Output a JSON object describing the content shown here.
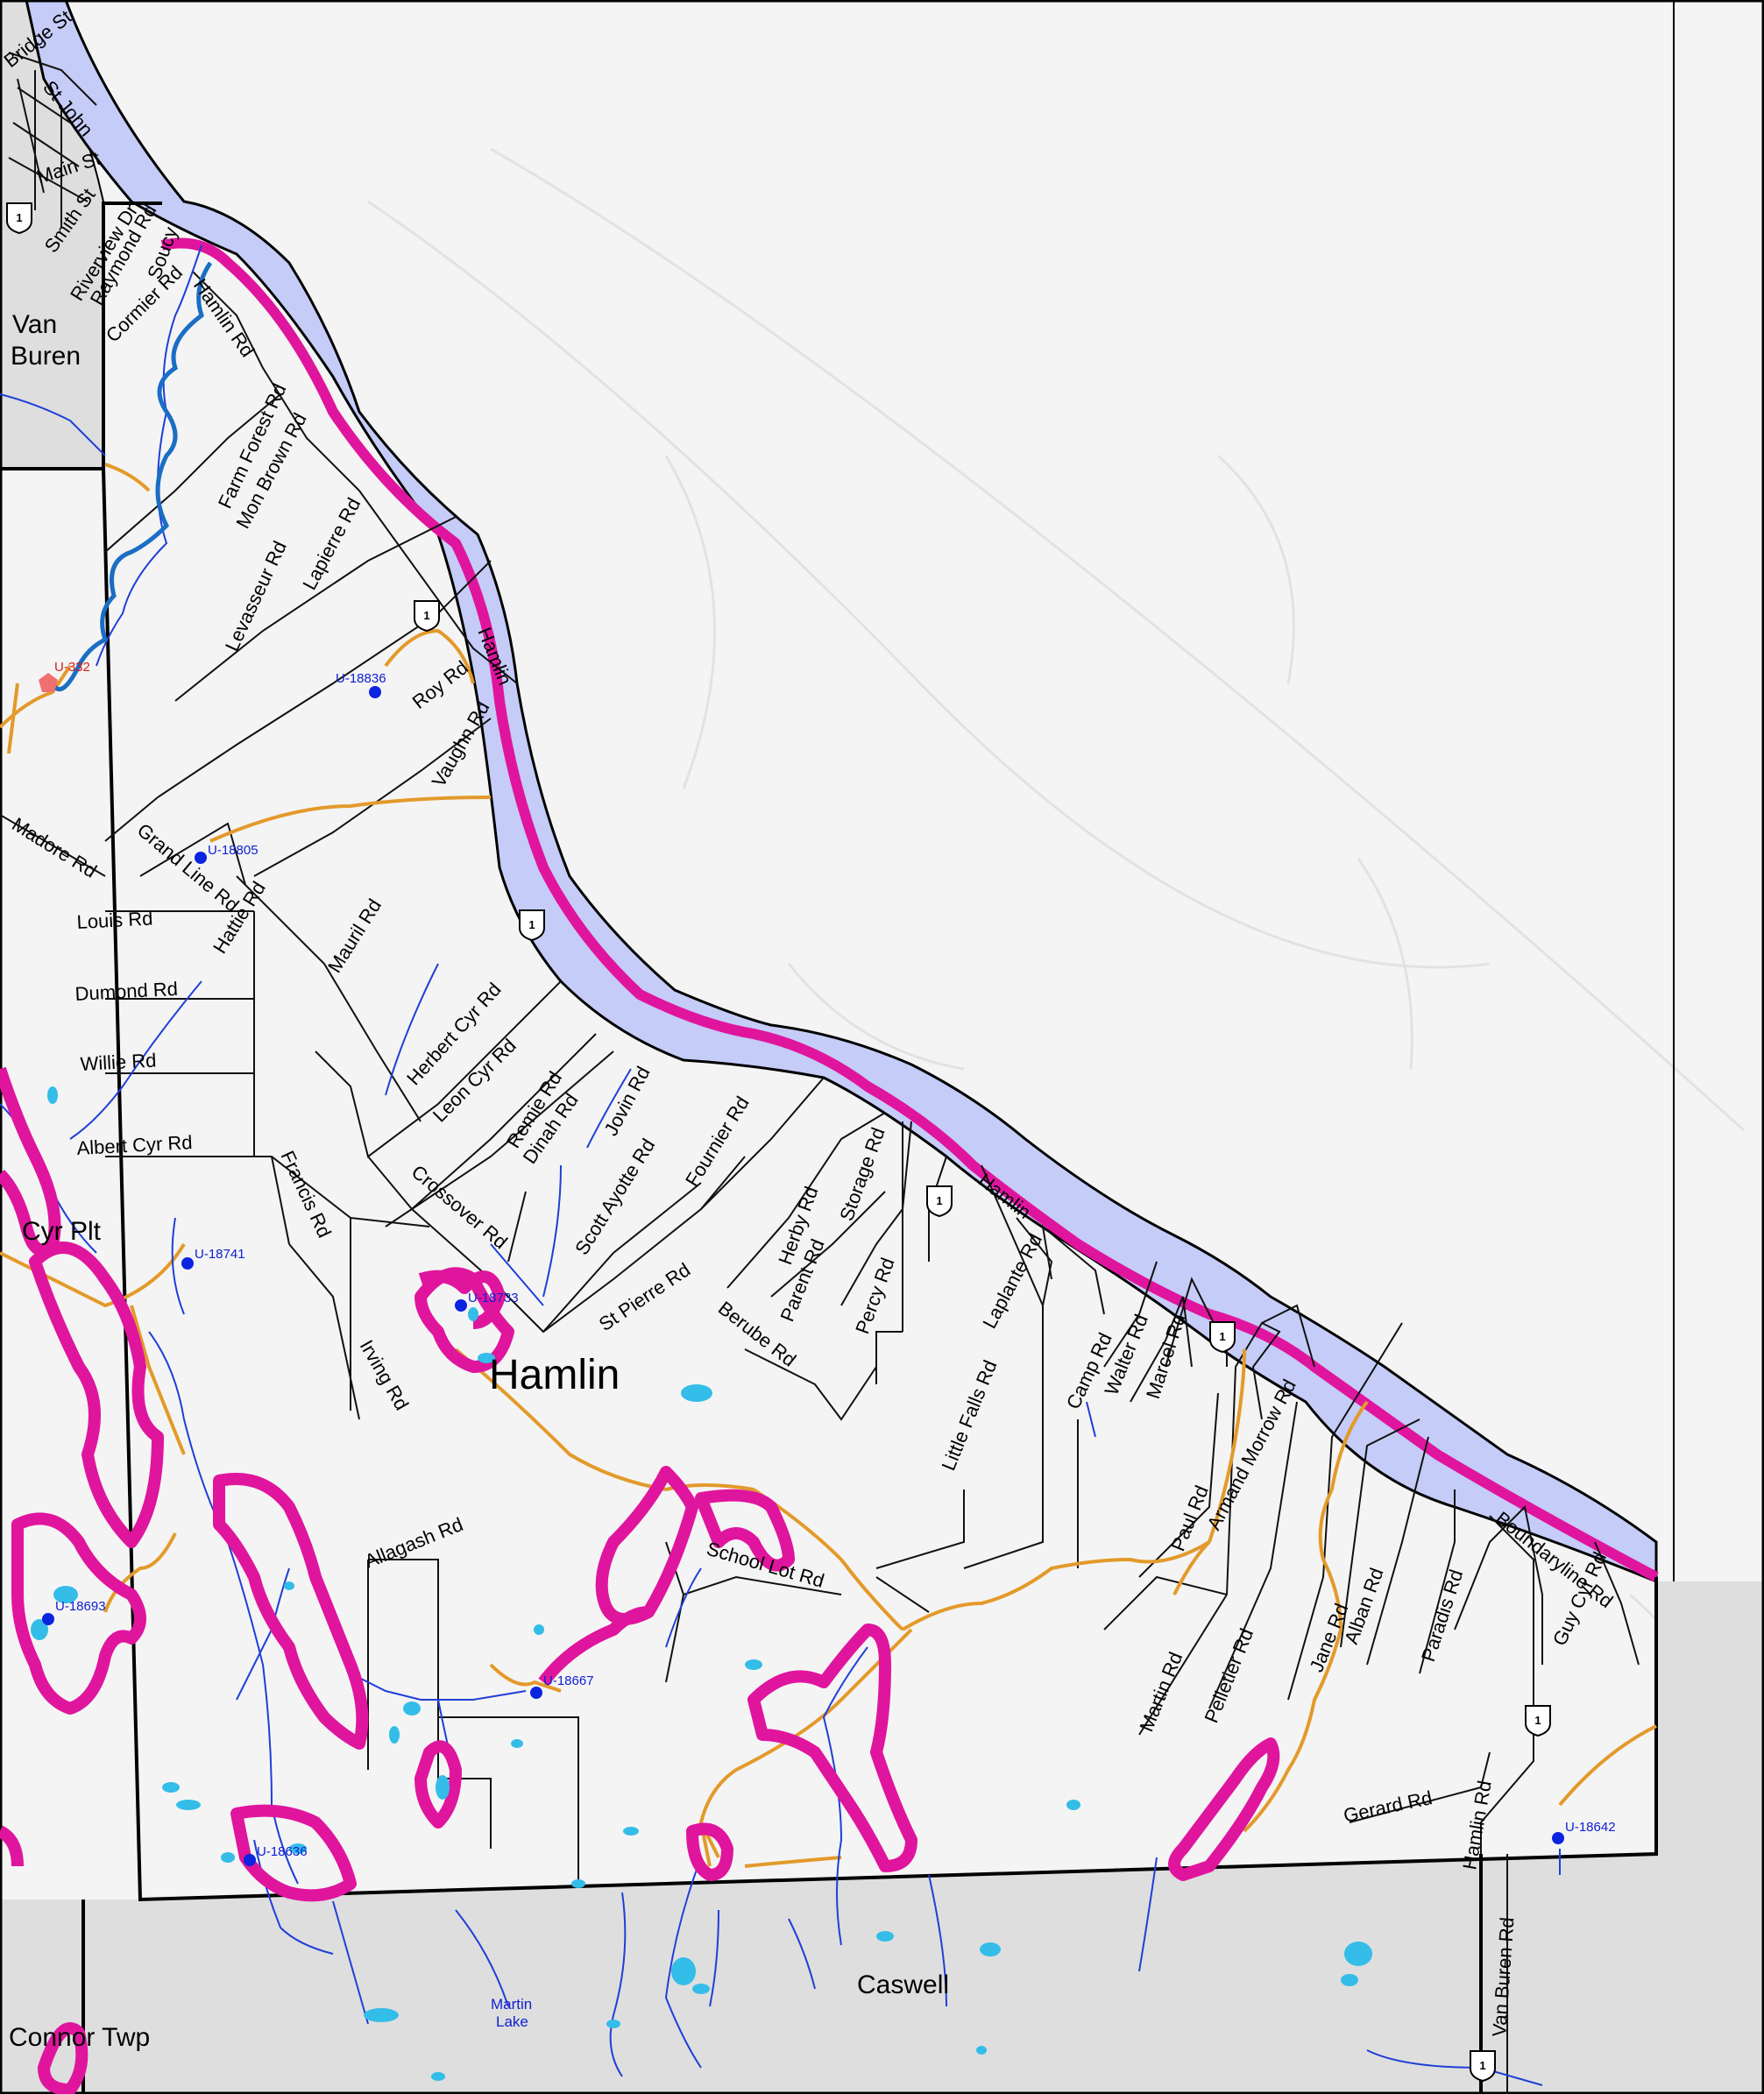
{
  "map": {
    "main_label": "Hamlin",
    "towns": [
      {
        "id": "van-buren",
        "name": "Van Buren"
      },
      {
        "id": "cyr-plt",
        "name": "Cyr Plt"
      },
      {
        "id": "caswell",
        "name": "Caswell"
      },
      {
        "id": "connor-twp",
        "name": "Connor Twp"
      }
    ],
    "river_labels": [
      "Hamlin",
      "Hamlin"
    ],
    "lake_label": [
      "Martin",
      "Lake"
    ],
    "route_shield": "1",
    "roads": [
      "Bridge St",
      "St John",
      "Main St",
      "Smith St",
      "Riverview Dr",
      "Raymond Rd",
      "Soucy",
      "Cormier Rd",
      "Hamlin Rd",
      "Farm Forest Rd",
      "Mon Brown Rd",
      "Levasseur Rd",
      "Lapierre Rd",
      "Roy Rd",
      "Vaughn Rd",
      "Madore Rd",
      "Grand Line Rd",
      "Louis Rd",
      "Hattie Rd",
      "Mauril Rd",
      "Dumond Rd",
      "Willie Rd",
      "Albert Cyr Rd",
      "Herbert Cyr Rd",
      "Leon Cyr Rd",
      "Remie Rd",
      "Dinah Rd",
      "Jovin Rd",
      "Crossover Rd",
      "Scott Ayotte Rd",
      "Fournier Rd",
      "Francis Rd",
      "Herby Rd",
      "Storage Rd",
      "Parent Rd",
      "Percy Rd",
      "St Pierre Rd",
      "Berube Rd",
      "Laplante Rd",
      "Little Falls Rd",
      "Camp Rd",
      "Walter Rd",
      "Marcel Rd",
      "Armand Morrow Rd",
      "Irving Rd",
      "Allagash Rd",
      "School Lot Rd",
      "Paul Rd",
      "Martin Rd",
      "Pelletier Rd",
      "Jane Rd",
      "Alban Rd",
      "Paradis Rd",
      "Boundaryline Rd",
      "Guy Cyr Rd",
      "Gerard Rd",
      "Hamlin Rd",
      "Van Buren Rd"
    ],
    "sites": [
      "U-332",
      "U-18836",
      "U-18805",
      "U-18741",
      "U-18733",
      "U-18693",
      "U-18667",
      "U-18636",
      "U-18642"
    ]
  },
  "colors": {
    "land": "#f4f4f4",
    "outside": "#dedede",
    "river": "#c5ccf7",
    "border": "#000000",
    "buffer": "#e0159e",
    "trail": "#e39a2a",
    "stream": "#1f3fd8",
    "site": "#0a24e0",
    "site_red": "#f07070"
  }
}
